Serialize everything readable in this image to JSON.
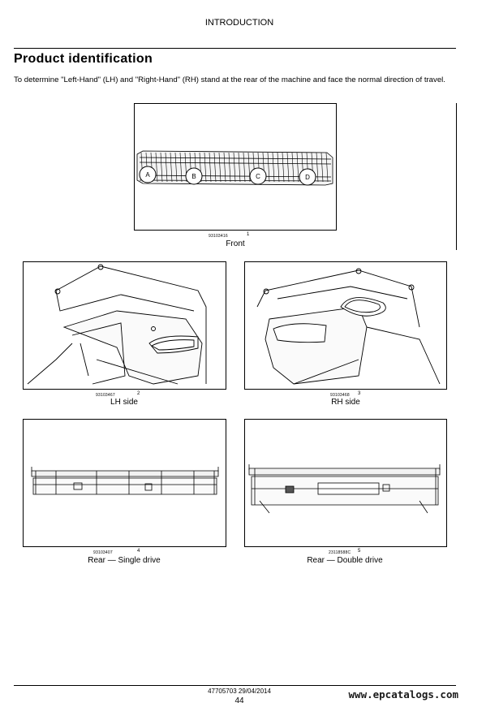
{
  "header": {
    "title": "INTRODUCTION"
  },
  "section": {
    "title": "Product identification",
    "intro": "To determine \"Left-Hand\" (LH) and \"Right-Hand\" (RH) stand at the rear of the machine and face the normal direction of travel."
  },
  "figures": [
    {
      "code": "93103416",
      "number": "1",
      "caption": "Front",
      "callouts": [
        "A",
        "B",
        "C",
        "D"
      ]
    },
    {
      "code": "93103467",
      "number": "2",
      "caption": "LH side"
    },
    {
      "code": "93103468",
      "number": "3",
      "caption": "RH side"
    },
    {
      "code": "93103407",
      "number": "4",
      "caption": "Rear — Single drive"
    },
    {
      "code": "23118588C",
      "number": "5",
      "caption": "Rear — Double drive"
    }
  ],
  "footer": {
    "doc_code": "47705703 29/04/2014",
    "page": "44"
  },
  "watermark": "www.epcatalogs.com"
}
